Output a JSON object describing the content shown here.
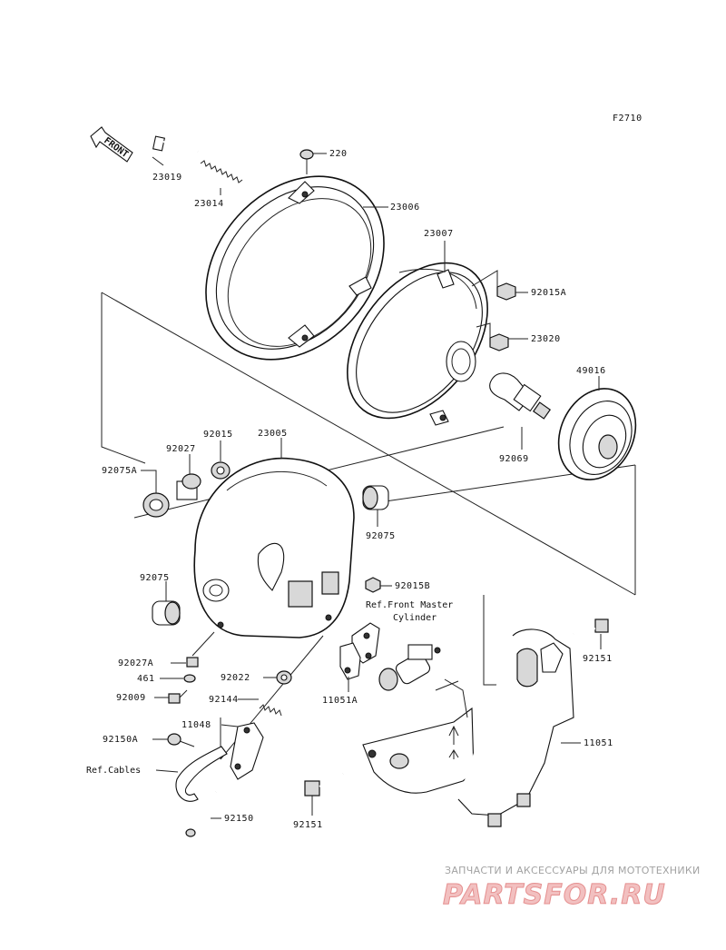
{
  "figure_code": "F2710",
  "front_arrow": {
    "text": "FRONT"
  },
  "parts": {
    "p220": "220",
    "p23019": "23019",
    "p23014": "23014",
    "p23006": "23006",
    "p23007": "23007",
    "p92015A": "92015A",
    "p23020": "23020",
    "p49016": "49016",
    "p92069": "92069",
    "p92015": "92015",
    "p23005": "23005",
    "p92027": "92027",
    "p92075A": "92075A",
    "p92075_right": "92075",
    "p92075_left": "92075",
    "p92015B": "92015B",
    "p92027A": "92027A",
    "p461": "461",
    "p92009": "92009",
    "p92022": "92022",
    "p92144": "92144",
    "p11048": "11048",
    "p92150A": "92150A",
    "p92150": "92150",
    "p92151_top": "92151",
    "p92151_bottom": "92151",
    "p11051A": "11051A",
    "p11051": "11051"
  },
  "refs": {
    "master_line1": "Ref.Front Master",
    "master_line2": "Cylinder",
    "cables": "Ref.Cables"
  },
  "watermark": {
    "top": "ЗАПЧАСТИ И АКСЕССУАРЫ ДЛЯ МОТОТЕХНИКИ",
    "main": "PARTSFOR.RU"
  },
  "colors": {
    "line": "#111111",
    "watermark_text": "#f2c0c0",
    "watermark_outline": "#e58f8f"
  }
}
